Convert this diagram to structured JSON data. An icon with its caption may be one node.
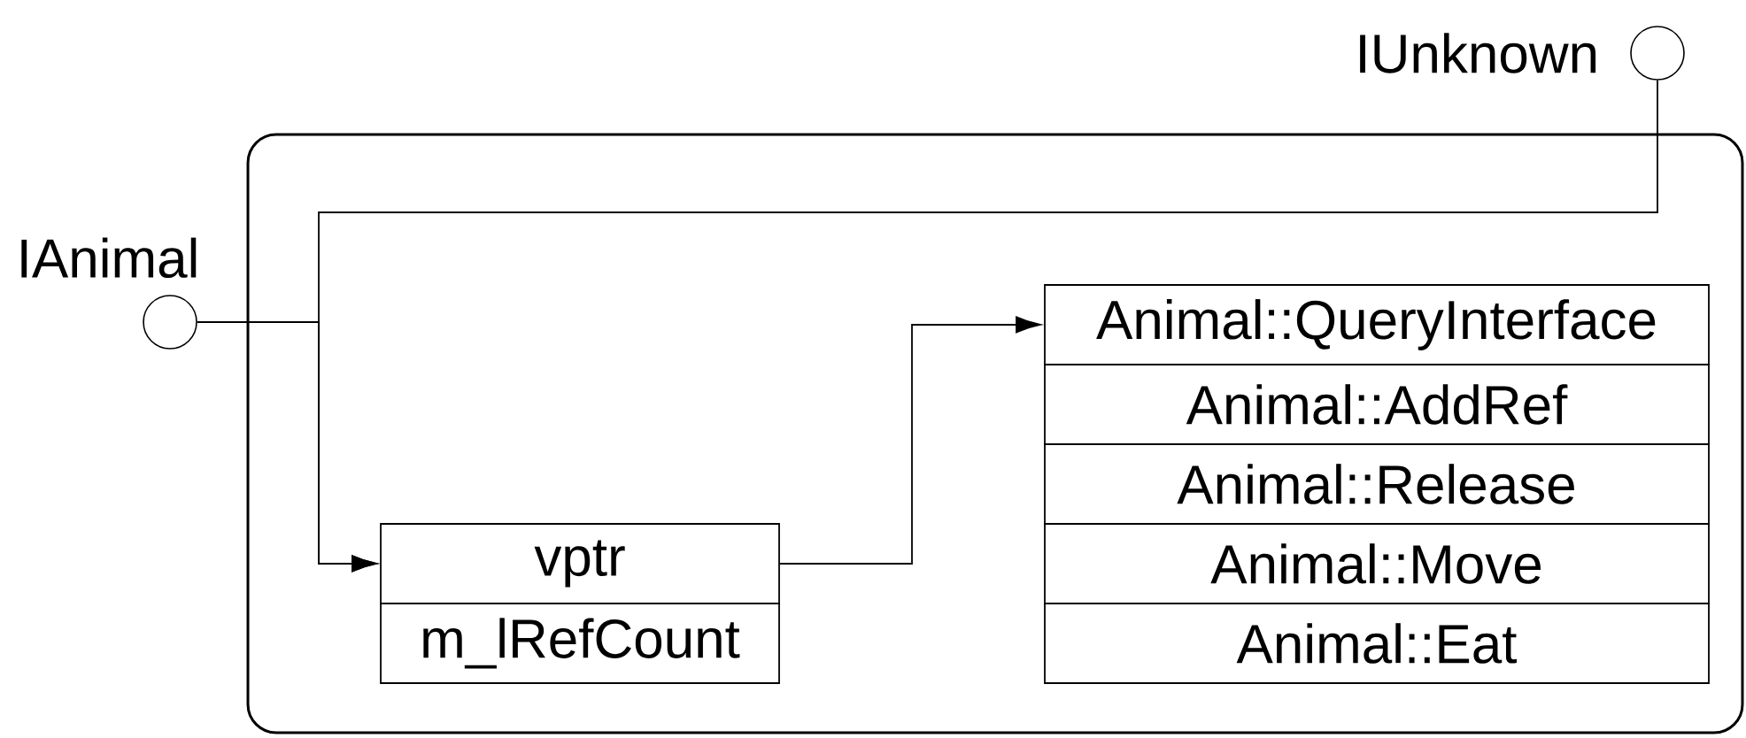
{
  "diagram": {
    "nodes": [
      {
        "text": [],
        "shape": "box"
      },
      {
        "text": [
          "IAnimal"
        ]
      },
      {
        "text": [
          "IUnknown"
        ]
      },
      {
        "text": [
          "vptr"
        ],
        "in": 0
      },
      {
        "text": [
          "m_lRefCount"
        ],
        "in": 0
      },
      {
        "text": [
          "Animal::QueryInterface"
        ],
        "in": 0
      },
      {
        "text": [
          "Animal::AddRef"
        ],
        "in": 0
      },
      {
        "text": [
          "Animal::Release"
        ],
        "in": 0
      },
      {
        "text": [
          "Animal::Move"
        ],
        "in": 0
      },
      {
        "text": [
          "Animal::Eat"
        ],
        "in": 0
      }
    ],
    "edges": [
      {
        "from": 1,
        "to": 3,
        "arrow": "to"
      },
      {
        "from": 2,
        "to": 3,
        "arrow": "to"
      },
      {
        "from": 3,
        "to": 5,
        "arrow": "to"
      }
    ]
  }
}
